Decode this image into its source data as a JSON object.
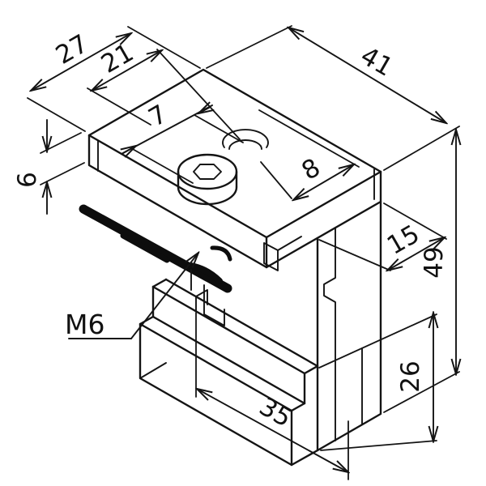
{
  "drawing": {
    "type": "isometric-technical-drawing",
    "part": "clamp-bracket-with-socket-screw",
    "dims": {
      "d27": "27",
      "d21": "21",
      "d7": "7",
      "d41": "41",
      "d8": "8",
      "d6": "6",
      "d15": "15",
      "d49": "49",
      "d26": "26",
      "d35": "35"
    },
    "labels": {
      "thread": "M6"
    },
    "colors": {
      "line": "#141414",
      "background": "#ffffff"
    }
  }
}
